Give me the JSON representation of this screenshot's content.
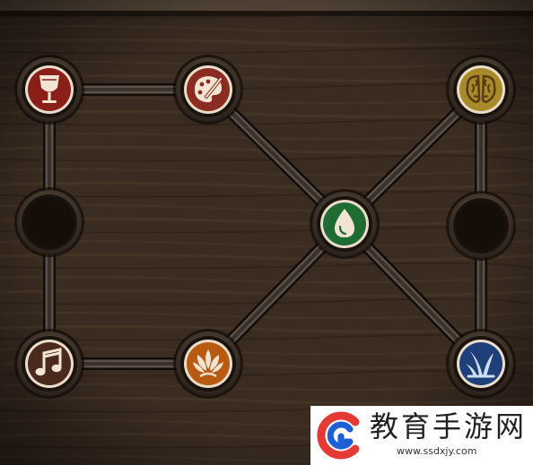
{
  "puzzle": {
    "nodes": [
      {
        "id": "top-left",
        "icon": "wine-goblet-icon",
        "color": "#8a1f1a",
        "filled": true
      },
      {
        "id": "top-center",
        "icon": "palette-icon",
        "color": "#8a2c22",
        "filled": true
      },
      {
        "id": "top-right",
        "icon": "brain-icon",
        "color": "#a88a2a",
        "filled": true
      },
      {
        "id": "mid-left",
        "icon": "empty-slot",
        "color": "#1a120c",
        "filled": false
      },
      {
        "id": "center",
        "icon": "water-drop-icon",
        "color": "#1f6b34",
        "filled": true
      },
      {
        "id": "mid-right",
        "icon": "empty-slot",
        "color": "#1a120c",
        "filled": false
      },
      {
        "id": "bottom-left",
        "icon": "music-note-icon",
        "color": "#4a2a1c",
        "filled": true
      },
      {
        "id": "bottom-center",
        "icon": "lotus-flower-icon",
        "color": "#b85a12",
        "filled": true
      },
      {
        "id": "bottom-right",
        "icon": "grass-leaves-icon",
        "color": "#1f3f7a",
        "filled": true
      }
    ],
    "connections": [
      [
        "top-left",
        "top-center"
      ],
      [
        "top-left",
        "mid-left"
      ],
      [
        "mid-left",
        "bottom-left"
      ],
      [
        "bottom-left",
        "bottom-center"
      ],
      [
        "top-center",
        "center"
      ],
      [
        "bottom-center",
        "center"
      ],
      [
        "top-right",
        "center"
      ],
      [
        "bottom-right",
        "center"
      ],
      [
        "top-right",
        "mid-right"
      ],
      [
        "mid-right",
        "bottom-right"
      ]
    ]
  },
  "watermark": {
    "title": "教育手游网",
    "url": "www.ssdxjy.com",
    "logo_icon": "site-logo-icon"
  }
}
